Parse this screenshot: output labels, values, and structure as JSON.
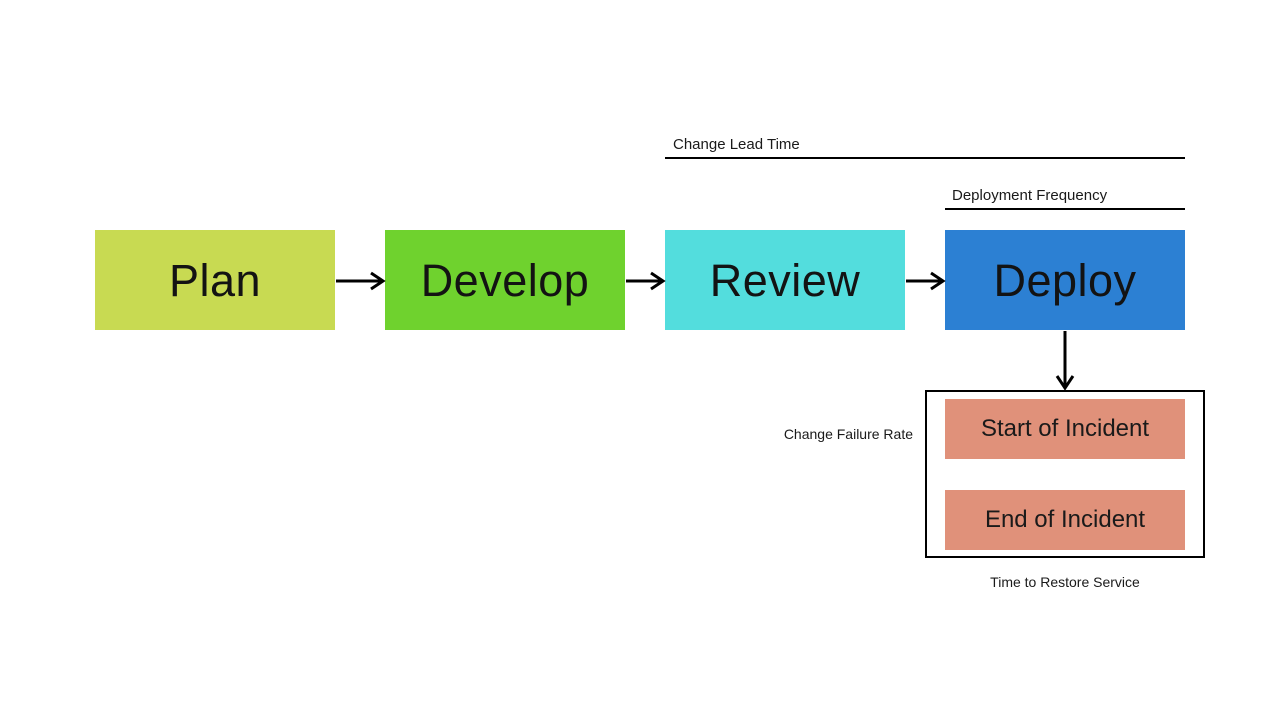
{
  "stages": [
    {
      "label": "Plan",
      "color": "#c8da52"
    },
    {
      "label": "Develop",
      "color": "#6fd22e"
    },
    {
      "label": "Review",
      "color": "#53dddd"
    },
    {
      "label": "Deploy",
      "color": "#2c80d3"
    }
  ],
  "metrics": {
    "change_lead_time": "Change Lead Time",
    "deployment_frequency": "Deployment Frequency",
    "change_failure_rate": "Change Failure Rate",
    "time_to_restore_service": "Time to Restore Service"
  },
  "incident": {
    "start_label": "Start of Incident",
    "end_label": "End of Incident",
    "color": "#e0917a"
  },
  "connector_color": "#000000"
}
